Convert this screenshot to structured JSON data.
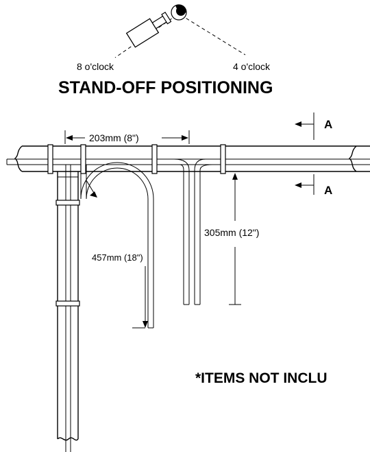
{
  "positioning": {
    "left_label": "8 o'clock",
    "right_label": "4 o'clock",
    "heading": "STAND-OFF POSITIONING"
  },
  "section_marks": {
    "top": "A",
    "bottom": "A"
  },
  "dimensions": {
    "spacing": "203mm (8\")",
    "drop_short": "305mm (12\")",
    "drop_long": "457mm (18\")"
  },
  "note": "*ITEMS NOT INCLU"
}
